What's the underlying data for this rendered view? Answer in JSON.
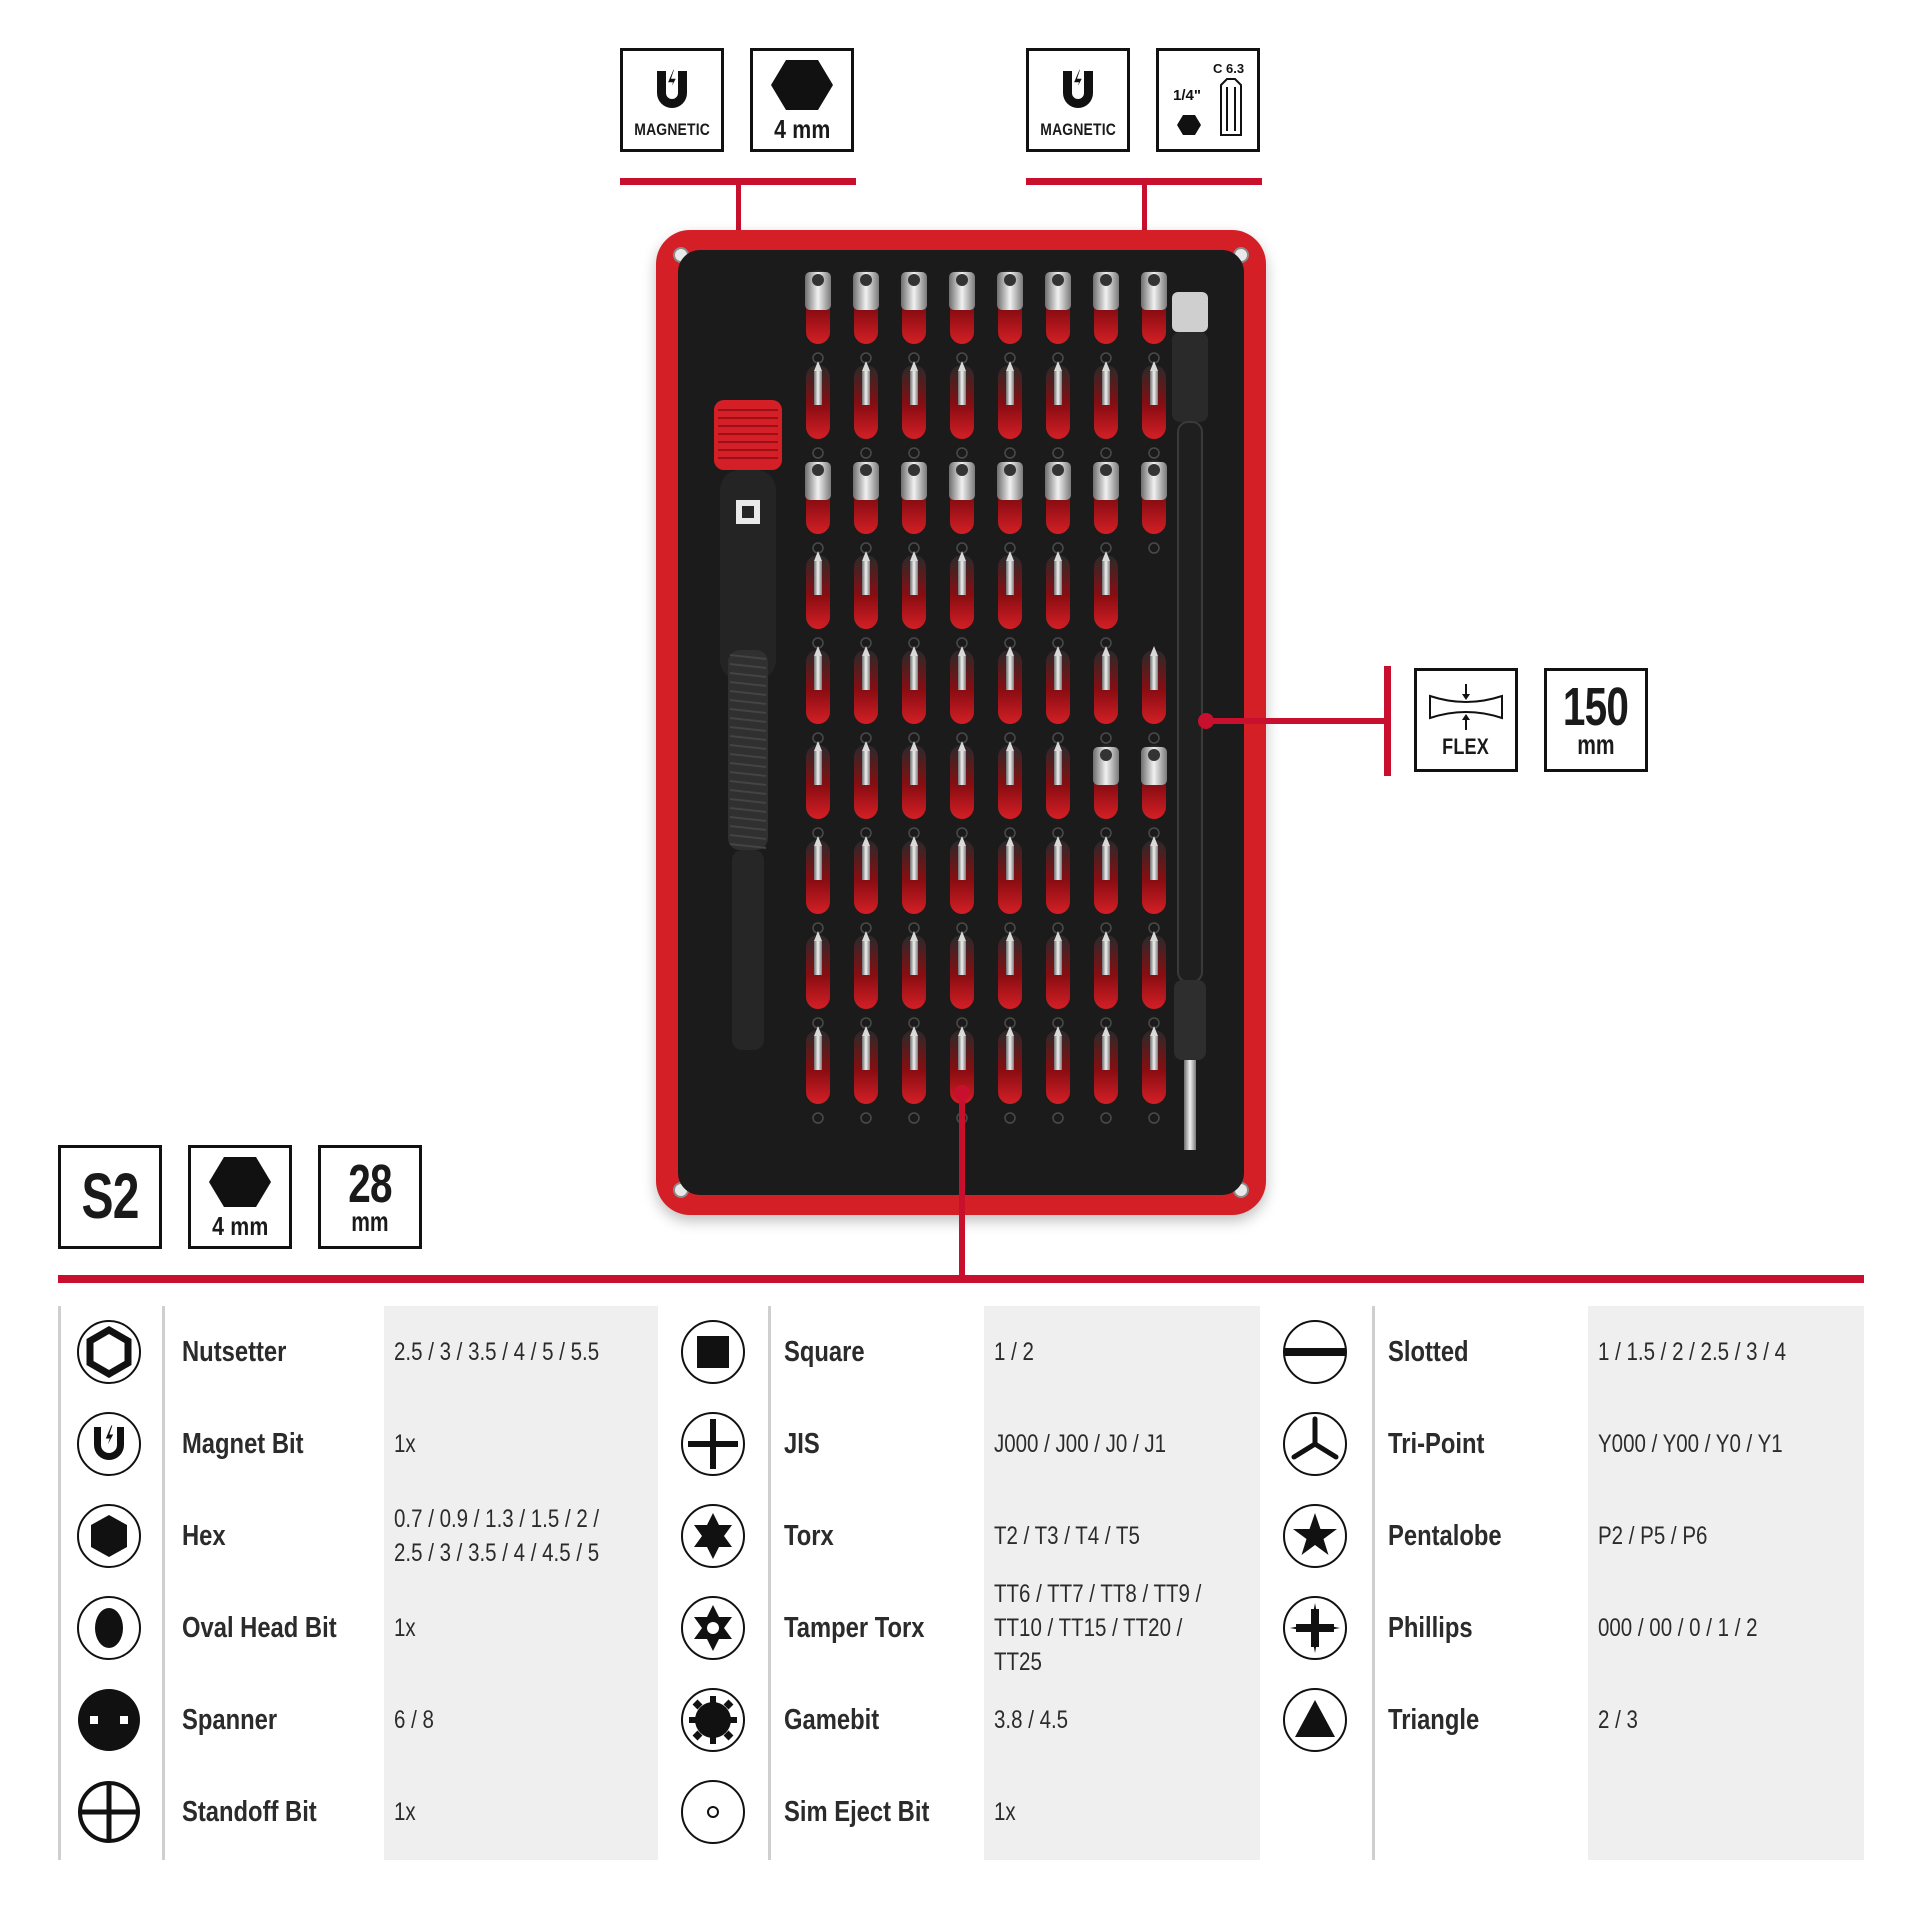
{
  "top_badges": {
    "left_magnetic": {
      "icon": "magnet-icon",
      "label": "MAGNETIC"
    },
    "left_hex": {
      "icon": "hexagon-icon",
      "label": "4 mm"
    },
    "right_magnetic": {
      "icon": "magnet-icon",
      "label": "MAGNETIC"
    },
    "right_bit_std": {
      "icon": "bit-holder-icon",
      "label_top": "C 6.3",
      "label_frac": "1/4\""
    }
  },
  "flex_badges": {
    "flex": {
      "icon": "flex-shaft-icon",
      "label": "FLEX"
    },
    "length": {
      "value": "150",
      "unit": "mm"
    }
  },
  "spec_badges": {
    "steel": {
      "label": "S2"
    },
    "hex": {
      "icon": "hexagon-icon",
      "label": "4 mm"
    },
    "length": {
      "value": "28",
      "unit": "mm"
    }
  },
  "colors": {
    "accent": "#c8102e",
    "case_red": "#d41f26",
    "foam": "#1b1b1b"
  },
  "legend": {
    "col1": [
      {
        "icon": "nutsetter-icon",
        "name": "Nutsetter",
        "value": "2.5 / 3 / 3.5 / 4 / 5 / 5.5"
      },
      {
        "icon": "magnet-bit-icon",
        "name": "Magnet Bit",
        "value": "1x"
      },
      {
        "icon": "hex-icon",
        "name": "Hex",
        "value": "0.7 / 0.9 / 1.3 / 1.5 / 2 /\n2.5 / 3 / 3.5 / 4 / 4.5 / 5"
      },
      {
        "icon": "oval-head-icon",
        "name": "Oval Head Bit",
        "value": "1x"
      },
      {
        "icon": "spanner-icon",
        "name": "Spanner",
        "value": "6 / 8"
      },
      {
        "icon": "standoff-icon",
        "name": "Standoff Bit",
        "value": "1x"
      }
    ],
    "col2": [
      {
        "icon": "square-icon",
        "name": "Square",
        "value": "1 / 2"
      },
      {
        "icon": "jis-icon",
        "name": "JIS",
        "value": "J000 / J00 / J0 / J1"
      },
      {
        "icon": "torx-icon",
        "name": "Torx",
        "value": "T2 / T3 / T4 / T5"
      },
      {
        "icon": "tamper-torx-icon",
        "name": "Tamper Torx",
        "value": "TT6 / TT7 / TT8 / TT9 /\nTT10 / TT15 / TT20 /\nTT25"
      },
      {
        "icon": "gamebit-icon",
        "name": "Gamebit",
        "value": "3.8 / 4.5"
      },
      {
        "icon": "sim-eject-icon",
        "name": "Sim Eject Bit",
        "value": "1x"
      }
    ],
    "col3": [
      {
        "icon": "slotted-icon",
        "name": "Slotted",
        "value": "1 / 1.5 / 2 / 2.5 / 3 / 4"
      },
      {
        "icon": "tri-point-icon",
        "name": "Tri-Point",
        "value": "Y000 / Y00 / Y0 / Y1"
      },
      {
        "icon": "pentalobe-icon",
        "name": "Pentalobe",
        "value": "P2 / P5 / P6"
      },
      {
        "icon": "phillips-icon",
        "name": "Phillips",
        "value": "000 / 00 / 0 / 1 / 2"
      },
      {
        "icon": "triangle-icon",
        "name": "Triangle",
        "value": "2 / 3"
      }
    ]
  }
}
